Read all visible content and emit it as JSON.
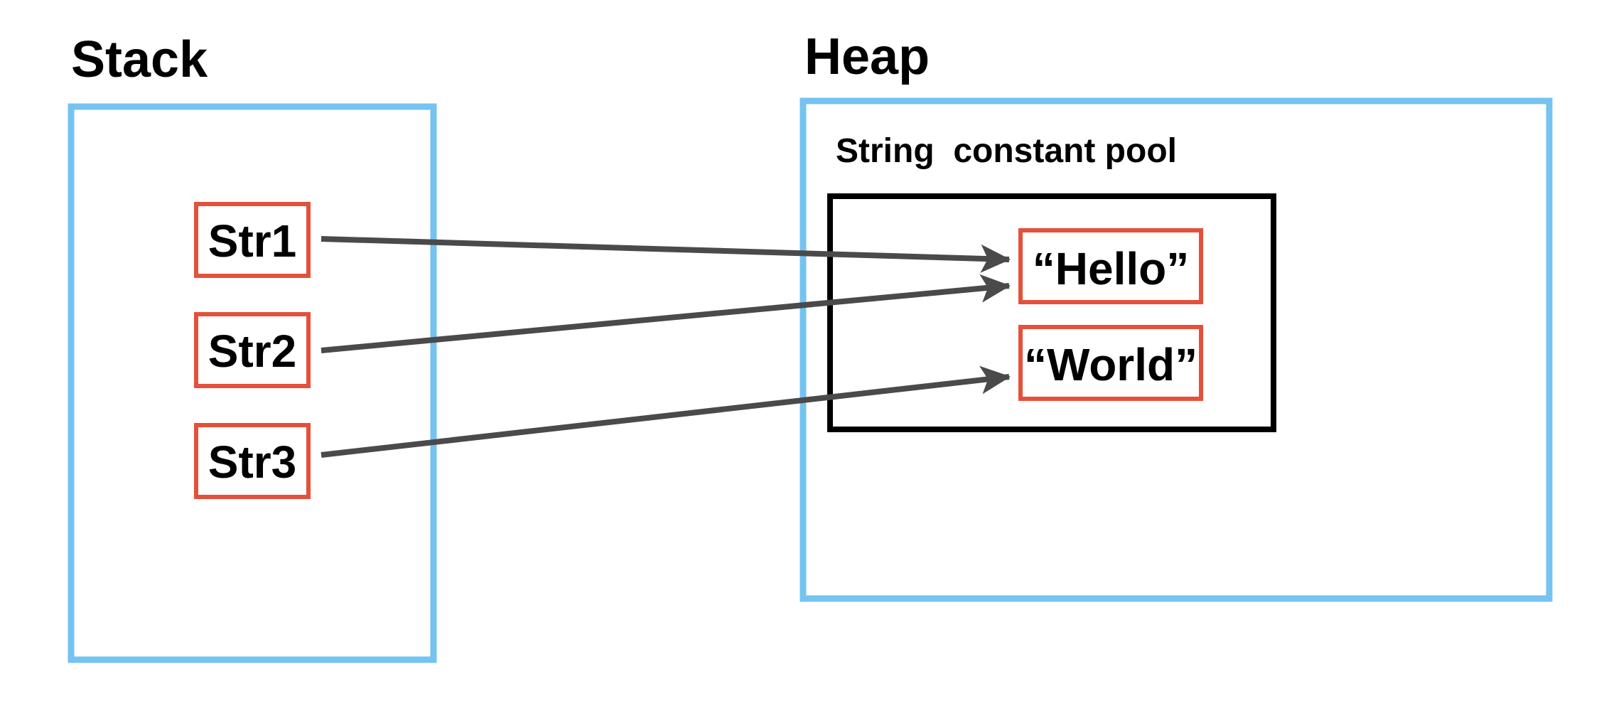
{
  "stack": {
    "title": "Stack",
    "variables": [
      {
        "label": "Str1",
        "points_to": "Hello"
      },
      {
        "label": "Str2",
        "points_to": "Hello"
      },
      {
        "label": "Str3",
        "points_to": "World"
      }
    ]
  },
  "heap": {
    "title": "Heap",
    "pool": {
      "label": "String  constant pool",
      "values": [
        {
          "id": "Hello",
          "label": "“Hello”"
        },
        {
          "id": "World",
          "label": "“World”"
        }
      ]
    }
  },
  "colors": {
    "region_border": "#74C3F0",
    "variable_border": "#E5503A",
    "pool_border": "#000000",
    "arrow": "#4A4A4A",
    "text": "#000000"
  }
}
